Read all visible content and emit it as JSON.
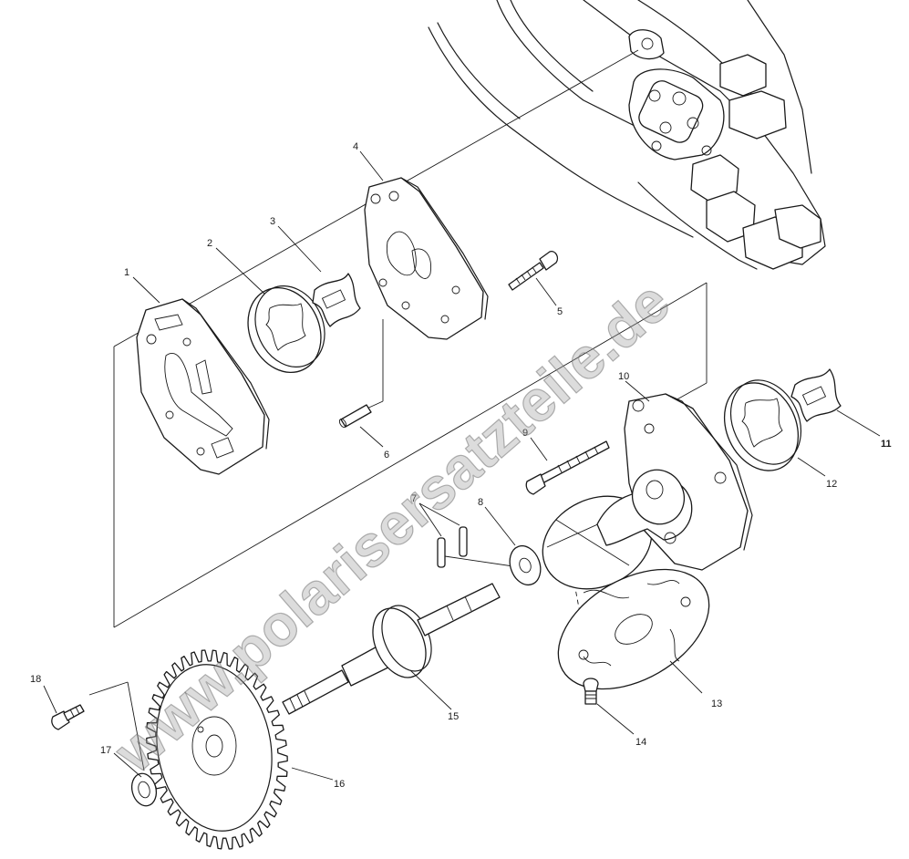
{
  "diagram": {
    "watermark": "www.polarisersatzteile.de",
    "callouts": [
      {
        "id": "c1",
        "label": "1"
      },
      {
        "id": "c2",
        "label": "2"
      },
      {
        "id": "c3",
        "label": "3"
      },
      {
        "id": "c4",
        "label": "4"
      },
      {
        "id": "c5",
        "label": "5"
      },
      {
        "id": "c6",
        "label": "6"
      },
      {
        "id": "c7",
        "label": "7"
      },
      {
        "id": "c8",
        "label": "8"
      },
      {
        "id": "c9",
        "label": "9"
      },
      {
        "id": "c10",
        "label": "10"
      },
      {
        "id": "c11",
        "label": "11"
      },
      {
        "id": "c12",
        "label": "12"
      },
      {
        "id": "c13",
        "label": "13"
      },
      {
        "id": "c14",
        "label": "14"
      },
      {
        "id": "c15",
        "label": "15"
      },
      {
        "id": "c16",
        "label": "16"
      },
      {
        "id": "c17",
        "label": "17"
      },
      {
        "id": "c18",
        "label": "18"
      }
    ]
  }
}
